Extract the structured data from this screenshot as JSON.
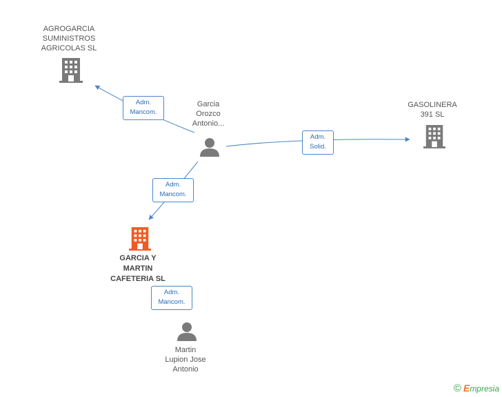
{
  "nodes": {
    "agrogarcia": {
      "label": "AGROGARCIA\nSUMINISTROS\nAGRICOLAS SL",
      "type": "company",
      "color": "#7a7a7a"
    },
    "gasolinera": {
      "label": "GASOLINERA\n391 SL",
      "type": "company",
      "color": "#7a7a7a"
    },
    "garcia_orozco": {
      "label": "Garcia\nOrozco\nAntonio...",
      "type": "person",
      "color": "#7a7a7a"
    },
    "garcia_martin": {
      "label": "GARCIA Y\nMARTIN\nCAFETERIA SL",
      "type": "company",
      "color": "#f15a24"
    },
    "martin_lupion": {
      "label": "Martin\nLupion Jose\nAntonio",
      "type": "person",
      "color": "#7a7a7a"
    }
  },
  "relations": {
    "r1": "Adm.\nMancom.",
    "r2": "Adm.\nSolid.",
    "r3": "Adm.\nMancom.",
    "r4": "Adm.\nMancom."
  },
  "edge_color": "#4a86c8",
  "footer": {
    "copyright": "©",
    "brand_first": "E",
    "brand_rest": "mpresia"
  }
}
